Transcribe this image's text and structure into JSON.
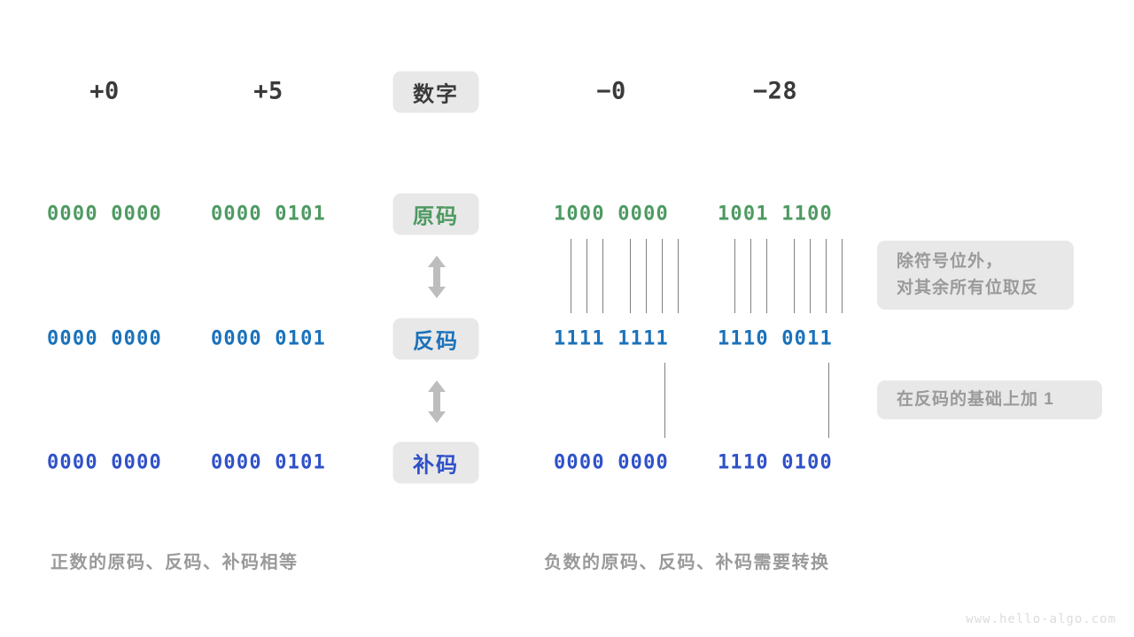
{
  "meta": {
    "watermark": "www.hello-algo.com",
    "colors": {
      "green": "#4e9a62",
      "blue": "#1a72bb",
      "indigo": "#2f51c8",
      "gray_text": "#9a9a9a",
      "dark_text": "#3a3a3a",
      "pill_bg": "#e8e8e8",
      "line": "#808080",
      "background": "#ffffff"
    }
  },
  "header": {
    "row_label": "数字",
    "numbers": {
      "pos_zero": "+0",
      "pos_five": "+5",
      "neg_zero": "−0",
      "neg_twentyeight": "−28"
    }
  },
  "rows": {
    "sign_magnitude": {
      "label": "原码",
      "label_color": "green",
      "bits_color": "green",
      "values": {
        "pos_zero": "0000 0000",
        "pos_five": "0000 0101",
        "neg_zero": "1000 0000",
        "neg_twentyeight": "1001 1100"
      }
    },
    "ones_complement": {
      "label": "反码",
      "label_color": "blue",
      "bits_color": "blue",
      "values": {
        "pos_zero": "0000 0000",
        "pos_five": "0000 0101",
        "neg_zero": "1111 1111",
        "neg_twentyeight": "1110 0011"
      }
    },
    "twos_complement": {
      "label": "补码",
      "label_color": "indigo",
      "bits_color": "indigo",
      "values": {
        "pos_zero": "0000 0000",
        "pos_five": "0000 0101",
        "neg_zero": "0000 0000",
        "neg_twentyeight": "1110 0100"
      }
    }
  },
  "notes": {
    "invert": {
      "line1": "除符号位外，",
      "line2": "对其余所有位取反"
    },
    "add_one": {
      "line1": "在反码的基础上加 1"
    }
  },
  "captions": {
    "left": "正数的原码、反码、补码相等",
    "right": "负数的原码、反码、补码需要转换"
  }
}
